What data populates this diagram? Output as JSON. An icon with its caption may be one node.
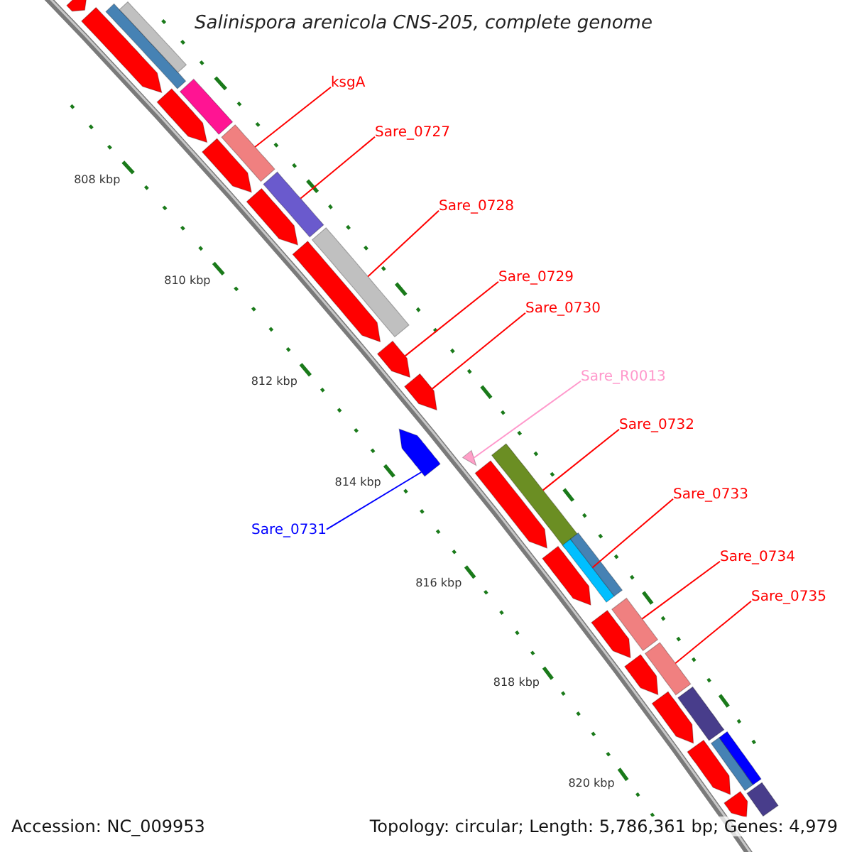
{
  "diagram": {
    "title": "Salinispora arenicola CNS-205, complete genome",
    "nodes": [
      {
        "text": [
          "ksgA"
        ]
      },
      {
        "text": [
          "Sare_0727"
        ]
      },
      {
        "text": [
          "Sare_0728"
        ]
      },
      {
        "text": [
          "Sare_0729"
        ]
      },
      {
        "text": [
          "Sare_0730"
        ]
      },
      {
        "text": [
          "Sare_R0013"
        ]
      },
      {
        "text": [
          "Sare_0732"
        ]
      },
      {
        "text": [
          "Sare_0733"
        ]
      },
      {
        "text": [
          "Sare_0731"
        ]
      },
      {
        "text": [
          "Sare_0734"
        ]
      },
      {
        "text": [
          "Sare_0735"
        ]
      },
      {
        "text": [],
        "shape": "bar"
      },
      {
        "text": [],
        "shape": "bar"
      },
      {
        "text": [],
        "shape": "arrow"
      },
      {
        "text": [],
        "shape": "arrow"
      },
      {
        "text": [],
        "shape": "arrow"
      },
      {
        "text": [],
        "shape": "bar"
      },
      {
        "text": [],
        "shape": "arrow"
      },
      {
        "text": [],
        "shape": "bar"
      },
      {
        "text": [],
        "shape": "bar"
      },
      {
        "text": [],
        "shape": "arrow"
      },
      {
        "text": [],
        "shape": "arrow"
      },
      {
        "text": [],
        "shape": "bar"
      },
      {
        "text": [],
        "shape": "arrow"
      },
      {
        "text": [],
        "shape": "arrow"
      },
      {
        "text": [],
        "shape": "arrow"
      },
      {
        "text": [],
        "shape": "triangle"
      },
      {
        "text": [],
        "shape": "bar"
      },
      {
        "text": [],
        "shape": "arrow"
      },
      {
        "text": [],
        "shape": "arrow"
      },
      {
        "text": [],
        "shape": "bar"
      },
      {
        "text": [],
        "shape": "bar"
      },
      {
        "text": [],
        "shape": "arrow"
      },
      {
        "text": [],
        "shape": "bar"
      },
      {
        "text": [],
        "shape": "arrow"
      },
      {
        "text": [],
        "shape": "bar"
      },
      {
        "text": [],
        "shape": "arrow"
      },
      {
        "text": [],
        "shape": "bar"
      },
      {
        "text": [],
        "shape": "arrow"
      },
      {
        "text": [],
        "shape": "bar"
      },
      {
        "text": [],
        "shape": "bar"
      },
      {
        "text": [],
        "shape": "arrow"
      },
      {
        "text": [],
        "shape": "bar"
      }
    ],
    "edges": [
      {
        "from": 0,
        "to": 18,
        "arrow": "none"
      },
      {
        "from": 1,
        "to": 19,
        "arrow": "none"
      },
      {
        "from": 2,
        "to": 22,
        "arrow": "none"
      },
      {
        "from": 3,
        "to": 23,
        "arrow": "none"
      },
      {
        "from": 4,
        "to": 24,
        "arrow": "none"
      },
      {
        "from": 5,
        "to": 26,
        "arrow": "none",
        "color": "#ff99cc"
      },
      {
        "from": 6,
        "to": 27,
        "arrow": "none"
      },
      {
        "from": 7,
        "to": 30,
        "arrow": "none"
      },
      {
        "from": 8,
        "to": 25,
        "arrow": "none",
        "color": "#0000ff"
      },
      {
        "from": 9,
        "to": 33,
        "arrow": "none"
      },
      {
        "from": 10,
        "to": 35,
        "arrow": "none"
      }
    ],
    "labels": [
      "808 kbp",
      "810 kbp",
      "812 kbp",
      "814 kbp",
      "816 kbp",
      "818 kbp",
      "820 kbp",
      "Accession: NC_009953",
      "Topology: circular; Length: 5,786,361 bp; Genes: 4,979"
    ]
  }
}
